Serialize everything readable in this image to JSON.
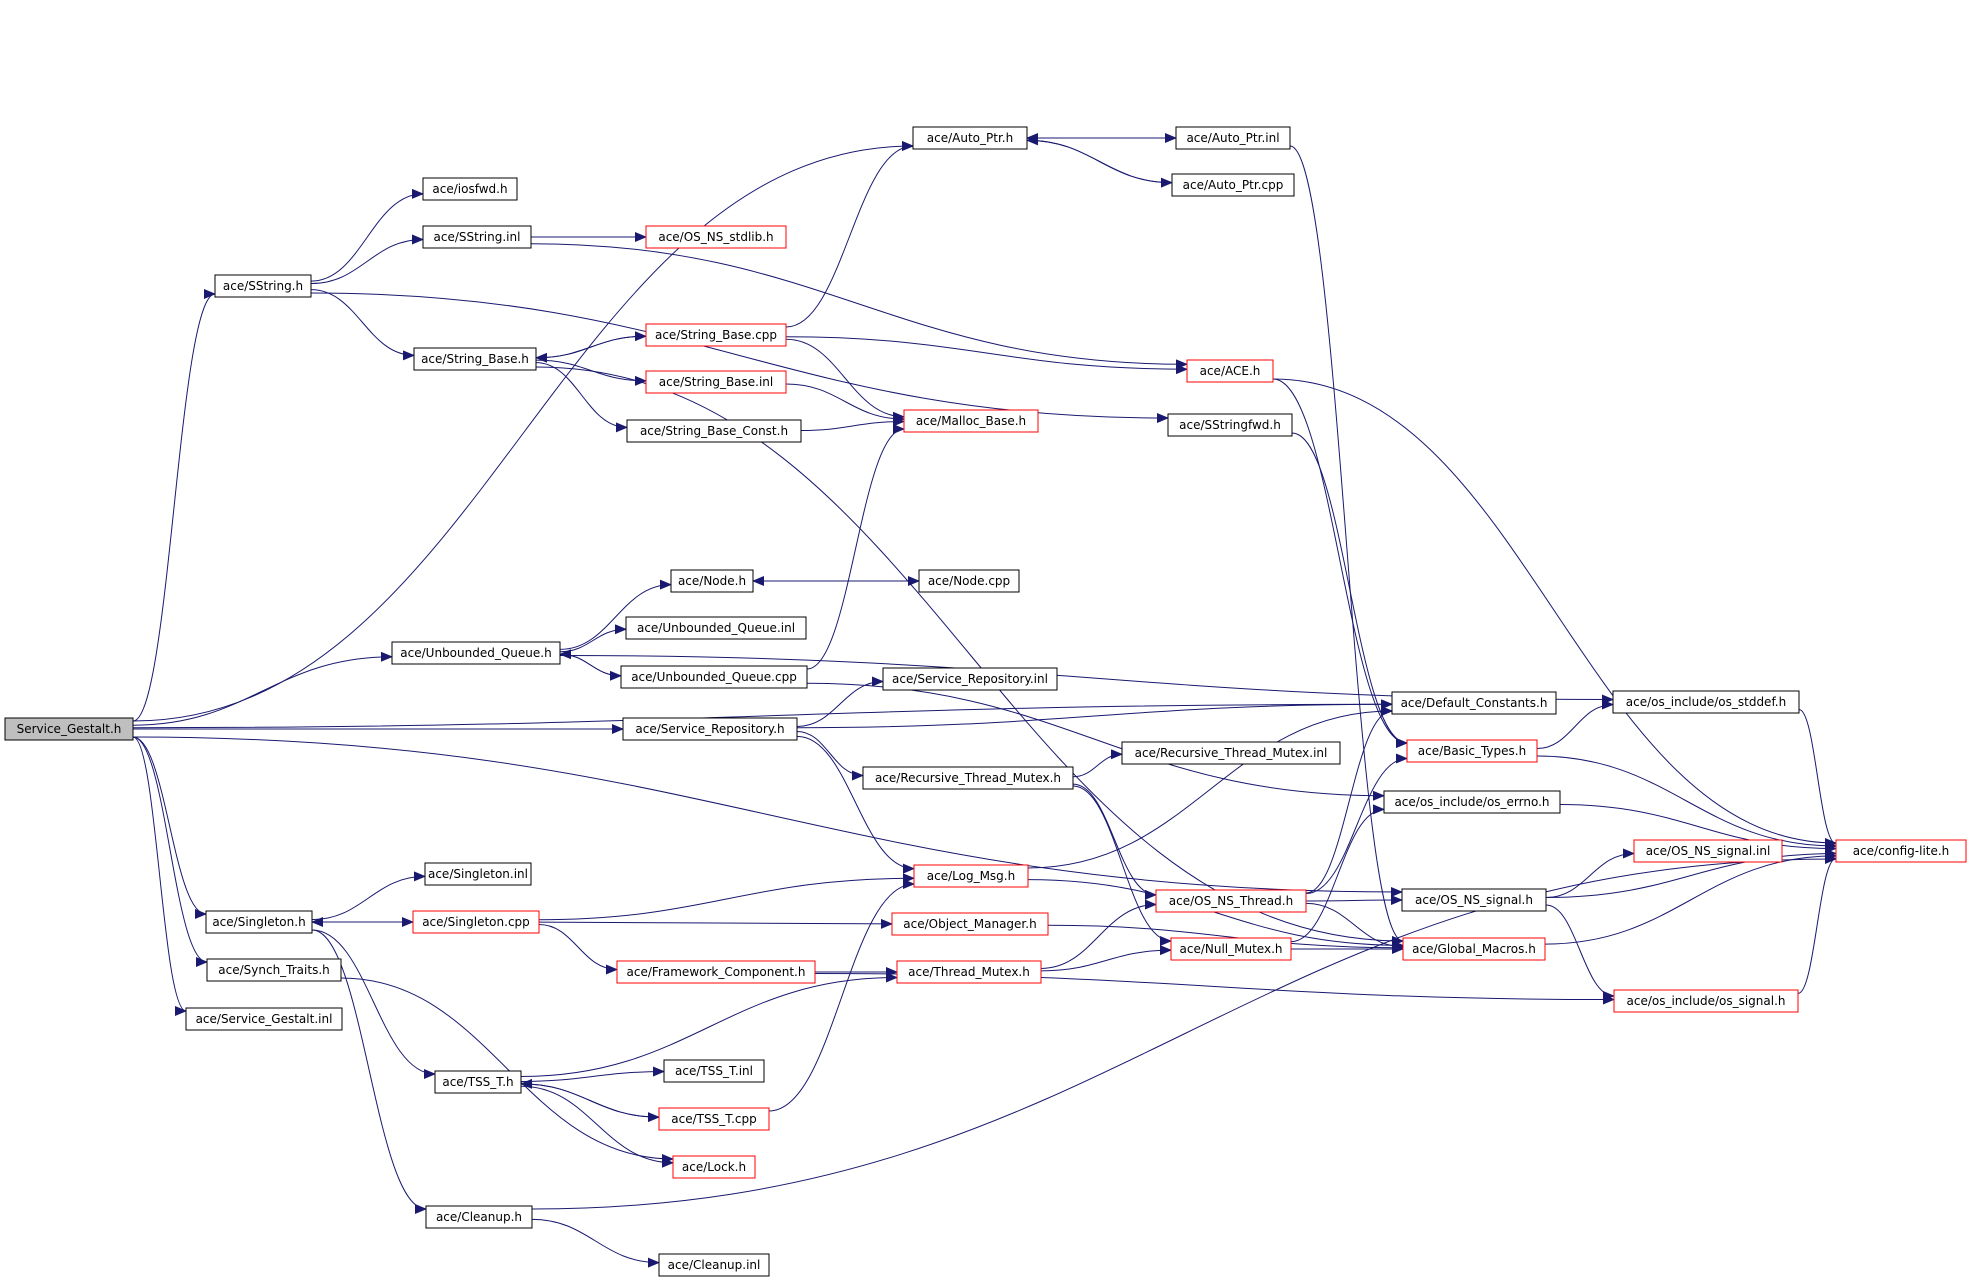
{
  "colors": {
    "background": "#ffffff",
    "edge": "#191970",
    "border_default": "#000000",
    "border_incomplete": "#ff0000",
    "root_fill": "#bfbfbf"
  },
  "nodes": [
    {
      "id": "service_gestalt_h",
      "label": "Service_Gestalt.h",
      "style": "root"
    },
    {
      "id": "auto_ptr_h",
      "label": "ace/Auto_Ptr.h",
      "style": "default"
    },
    {
      "id": "auto_ptr_inl",
      "label": "ace/Auto_Ptr.inl",
      "style": "default"
    },
    {
      "id": "auto_ptr_cpp",
      "label": "ace/Auto_Ptr.cpp",
      "style": "default"
    },
    {
      "id": "iosfwd_h",
      "label": "ace/iosfwd.h",
      "style": "default"
    },
    {
      "id": "sstring_inl",
      "label": "ace/SString.inl",
      "style": "default"
    },
    {
      "id": "os_ns_stdlib_h",
      "label": "ace/OS_NS_stdlib.h",
      "style": "incomplete"
    },
    {
      "id": "sstring_h",
      "label": "ace/SString.h",
      "style": "default"
    },
    {
      "id": "string_base_cpp",
      "label": "ace/String_Base.cpp",
      "style": "incomplete"
    },
    {
      "id": "string_base_h",
      "label": "ace/String_Base.h",
      "style": "default"
    },
    {
      "id": "ace_h",
      "label": "ace/ACE.h",
      "style": "incomplete"
    },
    {
      "id": "string_base_inl",
      "label": "ace/String_Base.inl",
      "style": "incomplete"
    },
    {
      "id": "string_base_const_h",
      "label": "ace/String_Base_Const.h",
      "style": "default"
    },
    {
      "id": "malloc_base_h",
      "label": "ace/Malloc_Base.h",
      "style": "incomplete"
    },
    {
      "id": "sstringfwd_h",
      "label": "ace/SStringfwd.h",
      "style": "default"
    },
    {
      "id": "node_h",
      "label": "ace/Node.h",
      "style": "default"
    },
    {
      "id": "node_cpp",
      "label": "ace/Node.cpp",
      "style": "default"
    },
    {
      "id": "unbounded_queue_inl",
      "label": "ace/Unbounded_Queue.inl",
      "style": "default"
    },
    {
      "id": "unbounded_queue_h",
      "label": "ace/Unbounded_Queue.h",
      "style": "default"
    },
    {
      "id": "unbounded_queue_cpp",
      "label": "ace/Unbounded_Queue.cpp",
      "style": "default"
    },
    {
      "id": "service_repository_inl",
      "label": "ace/Service_Repository.inl",
      "style": "default"
    },
    {
      "id": "default_constants_h",
      "label": "ace/Default_Constants.h",
      "style": "default"
    },
    {
      "id": "os_stddef_h",
      "label": "ace/os_include/os_stddef.h",
      "style": "default"
    },
    {
      "id": "service_repository_h",
      "label": "ace/Service_Repository.h",
      "style": "default"
    },
    {
      "id": "basic_types_h",
      "label": "ace/Basic_Types.h",
      "style": "incomplete"
    },
    {
      "id": "recursive_thread_mutex_inl",
      "label": "ace/Recursive_Thread_Mutex.inl",
      "style": "default"
    },
    {
      "id": "recursive_thread_mutex_h",
      "label": "ace/Recursive_Thread_Mutex.h",
      "style": "default"
    },
    {
      "id": "os_errno_h",
      "label": "ace/os_include/os_errno.h",
      "style": "default"
    },
    {
      "id": "singleton_inl",
      "label": "ace/Singleton.inl",
      "style": "default"
    },
    {
      "id": "log_msg_h",
      "label": "ace/Log_Msg.h",
      "style": "incomplete"
    },
    {
      "id": "os_ns_signal_inl",
      "label": "ace/OS_NS_signal.inl",
      "style": "incomplete"
    },
    {
      "id": "config_lite_h",
      "label": "ace/config-lite.h",
      "style": "incomplete"
    },
    {
      "id": "singleton_h",
      "label": "ace/Singleton.h",
      "style": "default"
    },
    {
      "id": "singleton_cpp",
      "label": "ace/Singleton.cpp",
      "style": "incomplete"
    },
    {
      "id": "object_manager_h",
      "label": "ace/Object_Manager.h",
      "style": "incomplete"
    },
    {
      "id": "os_ns_thread_h",
      "label": "ace/OS_NS_Thread.h",
      "style": "incomplete"
    },
    {
      "id": "os_ns_signal_h",
      "label": "ace/OS_NS_signal.h",
      "style": "default"
    },
    {
      "id": "synch_traits_h",
      "label": "ace/Synch_Traits.h",
      "style": "default"
    },
    {
      "id": "framework_component_h",
      "label": "ace/Framework_Component.h",
      "style": "incomplete"
    },
    {
      "id": "thread_mutex_h",
      "label": "ace/Thread_Mutex.h",
      "style": "incomplete"
    },
    {
      "id": "null_mutex_h",
      "label": "ace/Null_Mutex.h",
      "style": "incomplete"
    },
    {
      "id": "global_macros_h",
      "label": "ace/Global_Macros.h",
      "style": "incomplete"
    },
    {
      "id": "service_gestalt_inl",
      "label": "ace/Service_Gestalt.inl",
      "style": "default"
    },
    {
      "id": "os_signal_h",
      "label": "ace/os_include/os_signal.h",
      "style": "incomplete"
    },
    {
      "id": "tss_t_inl",
      "label": "ace/TSS_T.inl",
      "style": "default"
    },
    {
      "id": "tss_t_h",
      "label": "ace/TSS_T.h",
      "style": "default"
    },
    {
      "id": "tss_t_cpp",
      "label": "ace/TSS_T.cpp",
      "style": "incomplete"
    },
    {
      "id": "lock_h",
      "label": "ace/Lock.h",
      "style": "incomplete"
    },
    {
      "id": "cleanup_h",
      "label": "ace/Cleanup.h",
      "style": "default"
    },
    {
      "id": "cleanup_inl",
      "label": "ace/Cleanup.inl",
      "style": "default"
    }
  ],
  "edges": [
    [
      "service_gestalt_h",
      "default_constants_h"
    ],
    [
      "service_gestalt_h",
      "auto_ptr_h"
    ],
    [
      "service_gestalt_h",
      "sstring_h"
    ],
    [
      "service_gestalt_h",
      "unbounded_queue_h"
    ],
    [
      "service_gestalt_h",
      "service_repository_h"
    ],
    [
      "service_gestalt_h",
      "os_ns_signal_h"
    ],
    [
      "service_gestalt_h",
      "singleton_h"
    ],
    [
      "service_gestalt_h",
      "synch_traits_h"
    ],
    [
      "service_gestalt_h",
      "service_gestalt_inl"
    ],
    [
      "auto_ptr_h",
      "auto_ptr_inl"
    ],
    [
      "auto_ptr_h",
      "auto_ptr_cpp"
    ],
    [
      "auto_ptr_inl",
      "auto_ptr_h"
    ],
    [
      "auto_ptr_cpp",
      "auto_ptr_h"
    ],
    [
      "auto_ptr_inl",
      "global_macros_h"
    ],
    [
      "sstring_h",
      "iosfwd_h"
    ],
    [
      "sstring_h",
      "sstring_inl"
    ],
    [
      "sstring_h",
      "string_base_h"
    ],
    [
      "sstring_h",
      "sstringfwd_h"
    ],
    [
      "sstring_inl",
      "os_ns_stdlib_h"
    ],
    [
      "sstring_inl",
      "ace_h"
    ],
    [
      "string_base_h",
      "string_base_cpp"
    ],
    [
      "string_base_h",
      "string_base_inl"
    ],
    [
      "string_base_h",
      "string_base_const_h"
    ],
    [
      "string_base_h",
      "global_macros_h"
    ],
    [
      "string_base_cpp",
      "string_base_h"
    ],
    [
      "string_base_cpp",
      "auto_ptr_h"
    ],
    [
      "string_base_cpp",
      "ace_h"
    ],
    [
      "string_base_cpp",
      "malloc_base_h"
    ],
    [
      "string_base_inl",
      "malloc_base_h"
    ],
    [
      "string_base_const_h",
      "malloc_base_h"
    ],
    [
      "ace_h",
      "config_lite_h"
    ],
    [
      "ace_h",
      "basic_types_h"
    ],
    [
      "sstringfwd_h",
      "basic_types_h"
    ],
    [
      "unbounded_queue_h",
      "node_h"
    ],
    [
      "unbounded_queue_h",
      "unbounded_queue_inl"
    ],
    [
      "unbounded_queue_h",
      "unbounded_queue_cpp"
    ],
    [
      "unbounded_queue_h",
      "os_stddef_h"
    ],
    [
      "unbounded_queue_cpp",
      "unbounded_queue_h"
    ],
    [
      "unbounded_queue_cpp",
      "malloc_base_h"
    ],
    [
      "unbounded_queue_cpp",
      "os_errno_h"
    ],
    [
      "node_h",
      "node_cpp"
    ],
    [
      "node_cpp",
      "node_h"
    ],
    [
      "service_repository_h",
      "service_repository_inl"
    ],
    [
      "service_repository_h",
      "default_constants_h"
    ],
    [
      "service_repository_h",
      "recursive_thread_mutex_h"
    ],
    [
      "service_repository_h",
      "log_msg_h"
    ],
    [
      "recursive_thread_mutex_h",
      "recursive_thread_mutex_inl"
    ],
    [
      "recursive_thread_mutex_h",
      "os_ns_thread_h"
    ],
    [
      "recursive_thread_mutex_h",
      "null_mutex_h"
    ],
    [
      "basic_types_h",
      "os_stddef_h"
    ],
    [
      "basic_types_h",
      "config_lite_h"
    ],
    [
      "os_stddef_h",
      "config_lite_h"
    ],
    [
      "os_errno_h",
      "config_lite_h"
    ],
    [
      "log_msg_h",
      "default_constants_h"
    ],
    [
      "log_msg_h",
      "global_macros_h"
    ],
    [
      "os_ns_thread_h",
      "default_constants_h"
    ],
    [
      "os_ns_thread_h",
      "basic_types_h"
    ],
    [
      "os_ns_thread_h",
      "os_ns_signal_h"
    ],
    [
      "os_ns_thread_h",
      "global_macros_h"
    ],
    [
      "os_ns_signal_h",
      "os_ns_signal_inl"
    ],
    [
      "os_ns_signal_h",
      "config_lite_h"
    ],
    [
      "os_ns_signal_h",
      "os_signal_h"
    ],
    [
      "os_signal_h",
      "config_lite_h"
    ],
    [
      "global_macros_h",
      "config_lite_h"
    ],
    [
      "null_mutex_h",
      "global_macros_h"
    ],
    [
      "null_mutex_h",
      "os_errno_h"
    ],
    [
      "thread_mutex_h",
      "os_ns_thread_h"
    ],
    [
      "thread_mutex_h",
      "null_mutex_h"
    ],
    [
      "object_manager_h",
      "global_macros_h"
    ],
    [
      "singleton_h",
      "singleton_inl"
    ],
    [
      "singleton_h",
      "singleton_cpp"
    ],
    [
      "singleton_h",
      "tss_t_h"
    ],
    [
      "singleton_h",
      "cleanup_h"
    ],
    [
      "singleton_cpp",
      "singleton_h"
    ],
    [
      "singleton_cpp",
      "log_msg_h"
    ],
    [
      "singleton_cpp",
      "object_manager_h"
    ],
    [
      "singleton_cpp",
      "framework_component_h"
    ],
    [
      "framework_component_h",
      "thread_mutex_h"
    ],
    [
      "framework_component_h",
      "os_signal_h"
    ],
    [
      "tss_t_h",
      "tss_t_inl"
    ],
    [
      "tss_t_h",
      "tss_t_cpp"
    ],
    [
      "tss_t_h",
      "lock_h"
    ],
    [
      "tss_t_h",
      "thread_mutex_h"
    ],
    [
      "tss_t_cpp",
      "tss_t_h"
    ],
    [
      "tss_t_cpp",
      "log_msg_h"
    ],
    [
      "synch_traits_h",
      "lock_h"
    ],
    [
      "cleanup_h",
      "cleanup_inl"
    ],
    [
      "cleanup_h",
      "config_lite_h"
    ]
  ]
}
